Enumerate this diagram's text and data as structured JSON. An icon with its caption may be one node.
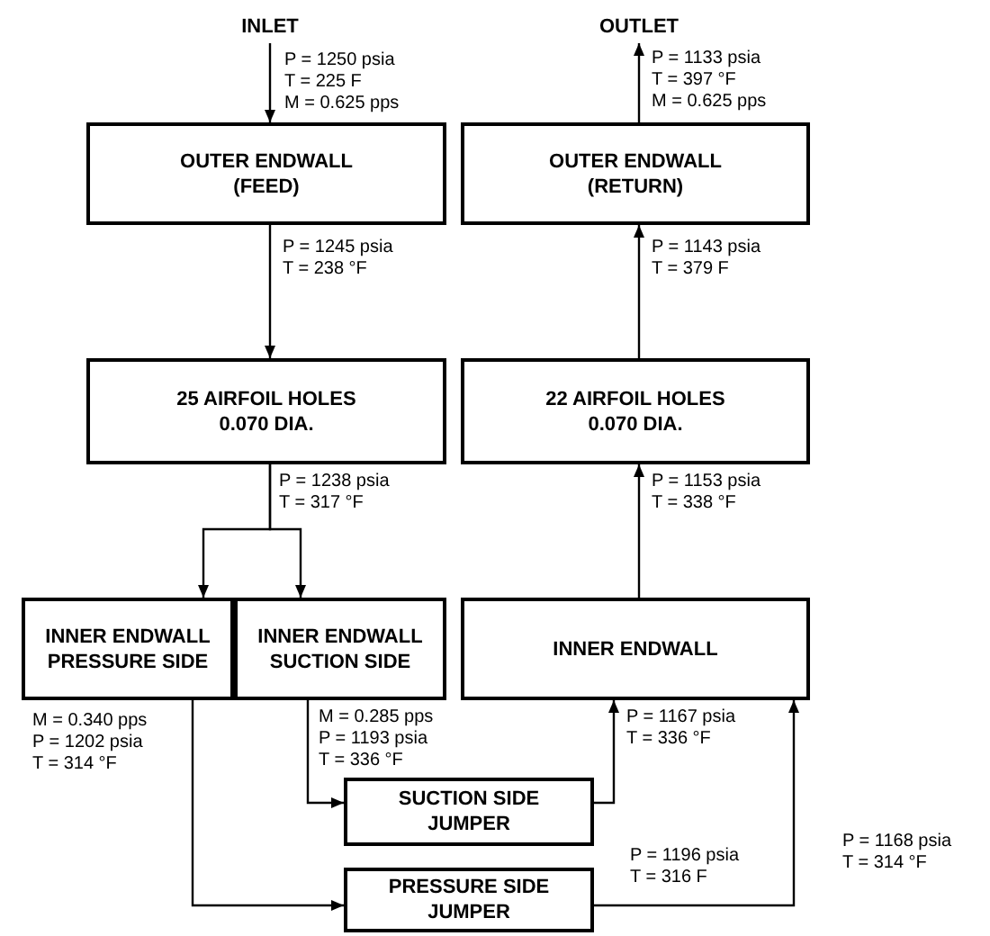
{
  "diagram": {
    "nodes": [
      {
        "text": [
          "INLET"
        ]
      },
      {
        "text": [
          "OUTER ENDWALL (FEED)"
        ]
      },
      {
        "text": [
          "25 AIRFOIL HOLES 0.070 DIA."
        ]
      },
      {
        "text": [
          "INNER ENDWALL PRESSURE SIDE"
        ]
      },
      {
        "text": [
          "INNER ENDWALL SUCTION SIDE"
        ]
      },
      {
        "text": [
          "SUCTION SIDE JUMPER"
        ]
      },
      {
        "text": [
          "PRESSURE SIDE JUMPER"
        ]
      },
      {
        "text": [
          "INNER ENDWALL"
        ]
      },
      {
        "text": [
          "22 AIRFOIL HOLES 0.070 DIA."
        ]
      },
      {
        "text": [
          "OUTER ENDWALL (RETURN)"
        ]
      },
      {
        "text": [
          "OUTLET"
        ]
      }
    ],
    "edges": [
      {
        "from": 0,
        "to": 1,
        "arrow": "to",
        "label": "P = 1250 psia T = 225 F M = 0.625 pps"
      },
      {
        "from": 1,
        "to": 2,
        "arrow": "to",
        "label": "P = 1245 psia T = 238 °F"
      },
      {
        "from": 2,
        "to": 3,
        "arrow": "to",
        "label": "P = 1238 psia T = 317 °F"
      },
      {
        "from": 2,
        "to": 4,
        "arrow": "to"
      },
      {
        "from": 4,
        "to": 5,
        "arrow": "to",
        "label": "M = 0.285 pps P = 1193 psia T = 336 °F"
      },
      {
        "from": 3,
        "to": 6,
        "arrow": "to",
        "label": "M = 0.340 pps P = 1202 psia T = 314 °F"
      },
      {
        "from": 5,
        "to": 7,
        "arrow": "to",
        "label": "P = 1167 psia T = 336 °F"
      },
      {
        "from": 6,
        "to": 7,
        "arrow": "to",
        "label": "P = 1196 psia T = 316 F"
      },
      {
        "from": 7,
        "to": 8,
        "arrow": "to",
        "label": "P = 1153 psia T = 338 °F"
      },
      {
        "from": 8,
        "to": 9,
        "arrow": "to",
        "label": "P = 1143 psia T = 379 F"
      },
      {
        "from": 9,
        "to": 10,
        "arrow": "to",
        "label": "P = 1133 psia T = 397 °F M = 0.625 pps"
      }
    ],
    "labels": [
      "P = 1168 psia T = 314 °F"
    ]
  }
}
